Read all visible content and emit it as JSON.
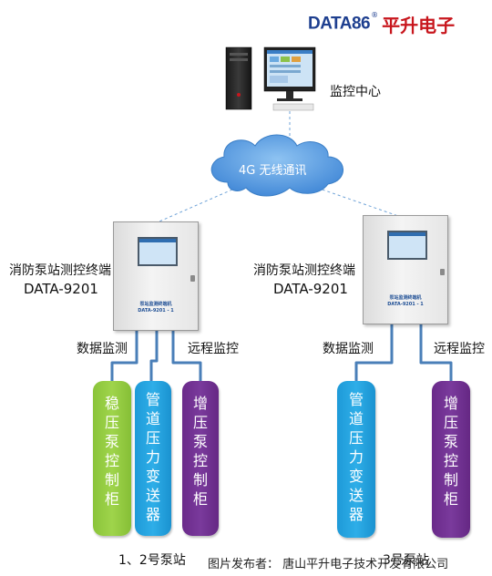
{
  "brand": {
    "name_en": "DATA86",
    "reg_mark": "®",
    "name_cn": "平升电子",
    "colors": {
      "en": "#1e3f8f",
      "cn": "#c8161d"
    }
  },
  "monitor_center": {
    "label": "监控中心",
    "icon": "desktop-computer-icon"
  },
  "network": {
    "label": "4G 无线通讯",
    "color": "#3a7ec6"
  },
  "terminals": [
    {
      "title": "消防泵站测控终端",
      "model": "DATA-9201",
      "panel_title": "泵站监测终端机",
      "panel_model": "DATA-9201 - 1",
      "left_port": "数据监测",
      "right_port": "远程监控",
      "devices": [
        {
          "chars": [
            "稳",
            "压",
            "泵",
            "控",
            "制",
            "柜"
          ],
          "color": "#8ac43a"
        },
        {
          "chars": [
            "管",
            "道",
            "压",
            "力",
            "变",
            "送",
            "器"
          ],
          "color": "#1e9ad8"
        },
        {
          "chars": [
            "增",
            "压",
            "泵",
            "控",
            "制",
            "柜"
          ],
          "color": "#6a2a8a"
        }
      ],
      "station_label": "1、2号泵站"
    },
    {
      "title": "消防泵站测控终端",
      "model": "DATA-9201",
      "panel_title": "泵站监测终端机",
      "panel_model": "DATA-9201 - 1",
      "left_port": "数据监测",
      "right_port": "远程监控",
      "devices": [
        {
          "chars": [
            "管",
            "道",
            "压",
            "力",
            "变",
            "送",
            "器"
          ],
          "color": "#1e9ad8"
        },
        {
          "chars": [
            "增",
            "压",
            "泵",
            "控",
            "制",
            "柜"
          ],
          "color": "#6a2a8a"
        }
      ],
      "station_label": "3号泵站"
    }
  ],
  "credit": "图片发布者： 唐山平升电子技术开发有限公司",
  "colors": {
    "link": "#4a7fb8",
    "dashed": "#6fa3d8",
    "cloud": "#4a8fd8"
  }
}
